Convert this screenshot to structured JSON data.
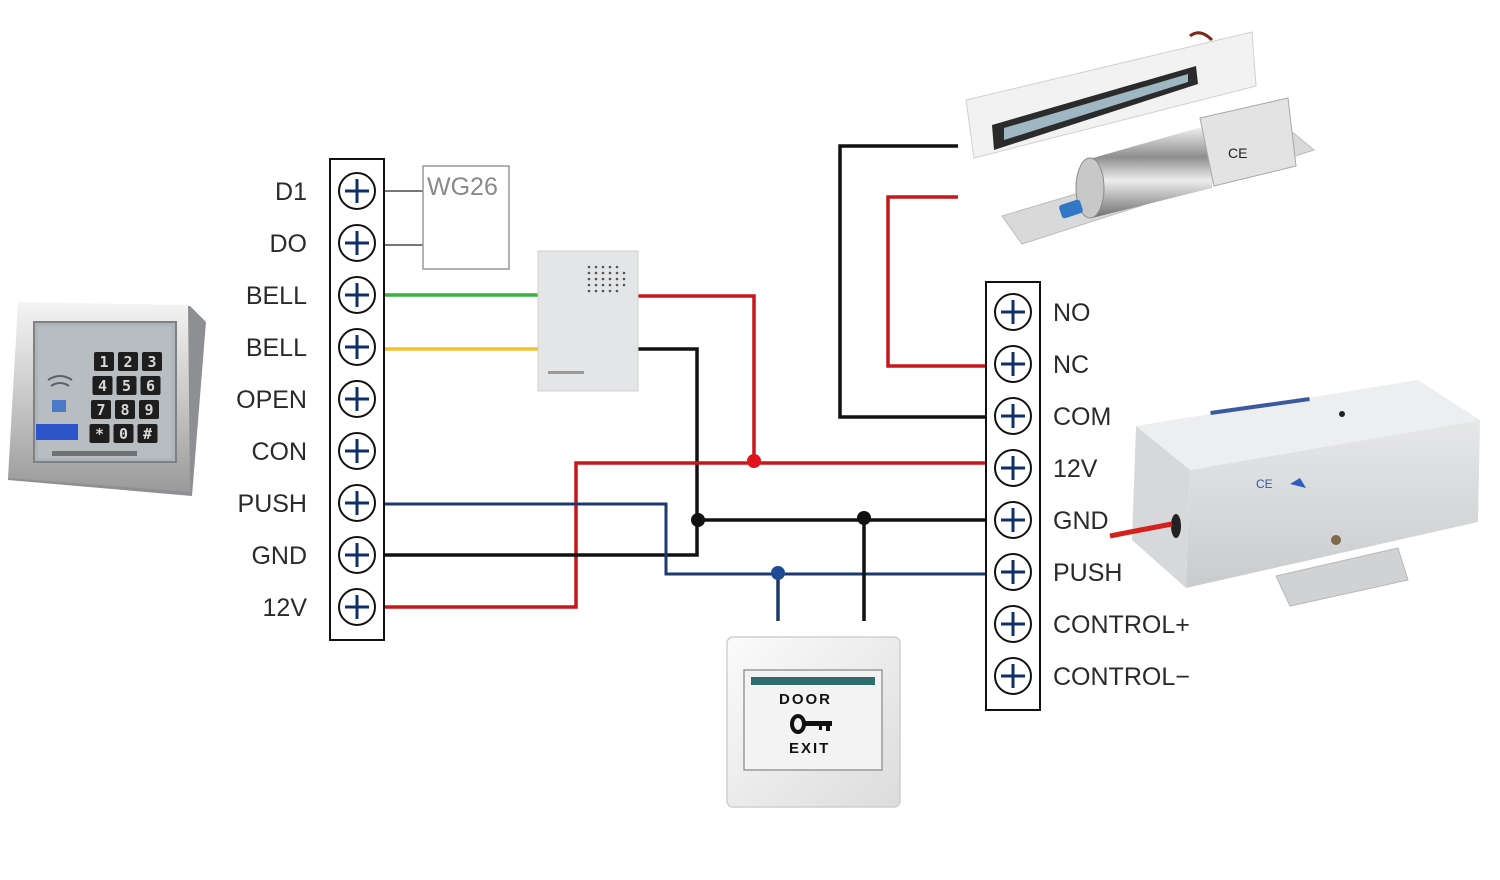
{
  "title": "Access control wiring diagram",
  "colors": {
    "red_wire": "#c8161d",
    "black_wire": "#111111",
    "blue_wire": "#1c3a6e",
    "green_wire": "#3cb043",
    "yellow_wire": "#f2c12e",
    "grey_wire": "#777777",
    "terminal_cross": "#0f2f66"
  },
  "controller_terminals": {
    "label": "Access controller terminal block",
    "items": [
      {
        "id": "D1",
        "label": "D1"
      },
      {
        "id": "DO",
        "label": "DO"
      },
      {
        "id": "BELL1",
        "label": "BELL"
      },
      {
        "id": "BELL2",
        "label": "BELL"
      },
      {
        "id": "OPEN",
        "label": "OPEN"
      },
      {
        "id": "CON",
        "label": "CON"
      },
      {
        "id": "PUSH",
        "label": "PUSH"
      },
      {
        "id": "GND",
        "label": "GND"
      },
      {
        "id": "12V",
        "label": "12V"
      }
    ]
  },
  "power_terminals": {
    "label": "Power supply terminal block",
    "items": [
      {
        "id": "NO",
        "label": "NO"
      },
      {
        "id": "NC",
        "label": "NC"
      },
      {
        "id": "COM",
        "label": "COM"
      },
      {
        "id": "P12V",
        "label": "12V"
      },
      {
        "id": "PGND",
        "label": "GND"
      },
      {
        "id": "PPUSH",
        "label": "PUSH"
      },
      {
        "id": "CTRLP",
        "label": "CONTROL+"
      },
      {
        "id": "CTRLM",
        "label": "CONTROL−"
      }
    ]
  },
  "modules": {
    "wiegand": {
      "label": "WG26"
    },
    "keypad": {
      "name": "rfid-keypad-reader",
      "keys": [
        "1",
        "2",
        "3",
        "4",
        "5",
        "6",
        "7",
        "8",
        "9",
        "*",
        "0",
        "#"
      ]
    },
    "doorbell": {
      "name": "doorbell"
    },
    "exit_button": {
      "top_text": "DOOR",
      "bottom_text": "EXIT"
    },
    "lock": {
      "name": "electric-locks",
      "mark": "CE"
    },
    "power_supply": {
      "name": "power-supply-control-box",
      "mark": "CE"
    }
  },
  "connections": [
    {
      "from": "D1",
      "to": "WG26",
      "color": "grey"
    },
    {
      "from": "DO",
      "to": "WG26",
      "color": "grey"
    },
    {
      "from": "BELL1",
      "to": "doorbell",
      "color": "green"
    },
    {
      "from": "BELL2",
      "to": "doorbell",
      "color": "yellow"
    },
    {
      "from": "doorbell",
      "to": "P12V",
      "color": "red"
    },
    {
      "from": "doorbell",
      "to": "PGND",
      "color": "black"
    },
    {
      "from": "PUSH",
      "to": "PPUSH",
      "color": "blue"
    },
    {
      "from": "GND",
      "to": "PGND",
      "color": "black"
    },
    {
      "from": "12V",
      "to": "P12V",
      "color": "red"
    },
    {
      "from": "exit_button",
      "to": "PPUSH",
      "color": "blue"
    },
    {
      "from": "exit_button",
      "to": "PGND",
      "color": "black"
    },
    {
      "from": "lock",
      "to": "COM",
      "color": "black"
    },
    {
      "from": "lock",
      "to": "NC",
      "color": "red"
    }
  ]
}
